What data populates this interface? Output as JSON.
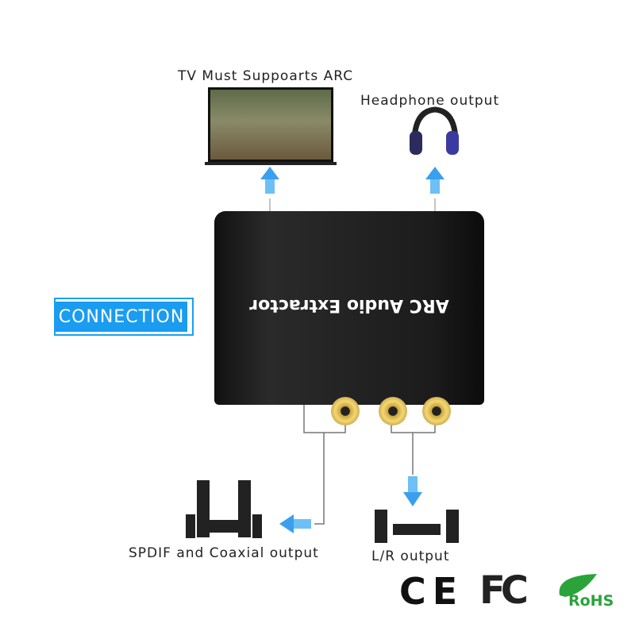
{
  "labels": {
    "tv": "TV Must Suppoarts ARC",
    "headphone": "Headphone output",
    "spdif": "SPDIF and Coaxial output",
    "lr": "L/R output"
  },
  "badge": "CONNECTION",
  "device_title": "ARC Audio Extractor",
  "certifications": {
    "ce": "CE",
    "fcc": "FC",
    "rohs": "RoHS"
  },
  "colors": {
    "accent": "#1a9cf0",
    "rohs": "#2aa33a"
  }
}
